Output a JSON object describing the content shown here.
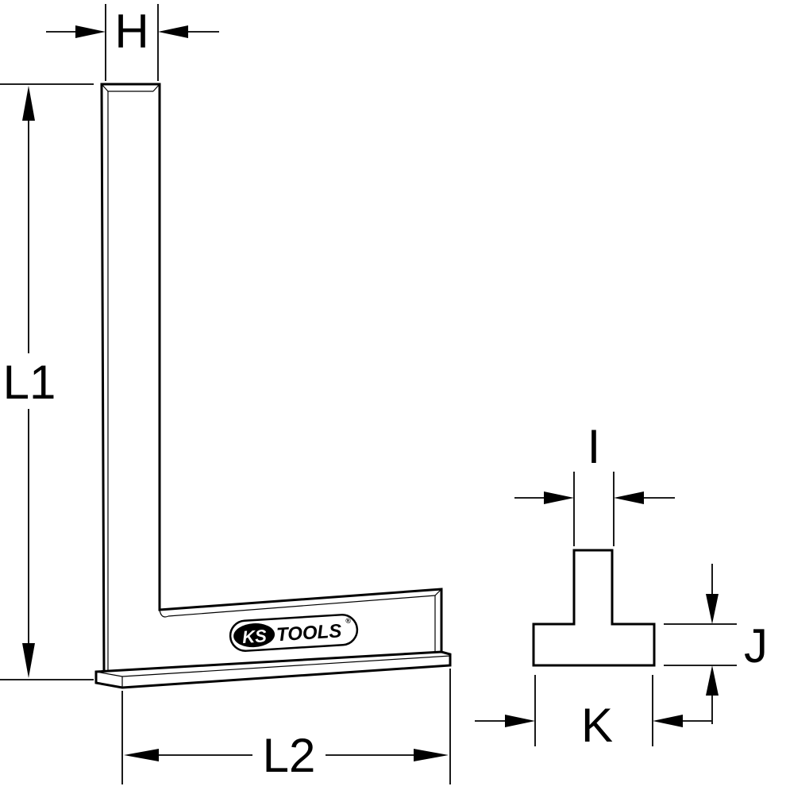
{
  "labels": {
    "height_dim": "H",
    "blade_length": "L1",
    "base_length": "L2",
    "stem_width": "I",
    "flange_thickness": "J",
    "flange_width": "K"
  },
  "logo": {
    "prefix": "KS",
    "suffix": "TOOLS",
    "registered": "®"
  },
  "colors": {
    "line": "#000000",
    "background": "#ffffff"
  }
}
